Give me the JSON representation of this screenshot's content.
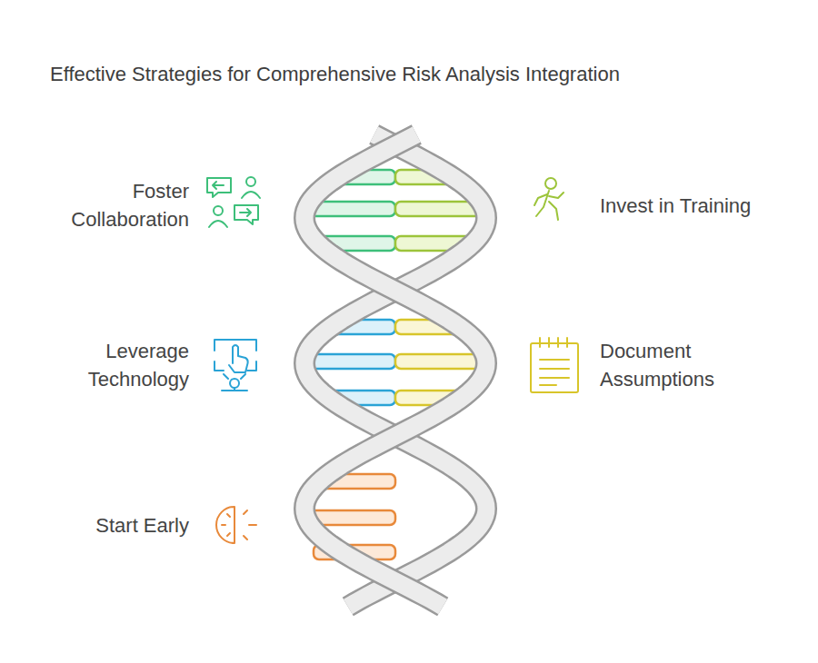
{
  "diagram": {
    "title": "Effective Strategies for Comprehensive Risk Analysis Integration",
    "labels": [
      "Foster Collaboration",
      "Invest in Training",
      "Leverage Technology",
      "Document Assumptions",
      "Start Early"
    ]
  }
}
